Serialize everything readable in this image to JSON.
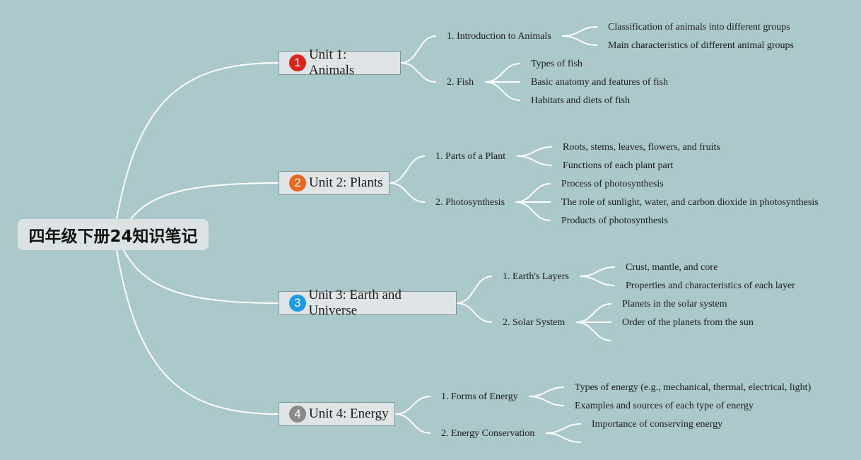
{
  "root": {
    "title": "四年级下册24知识笔记"
  },
  "units": [
    {
      "badge": "1",
      "badge_color": "#d9261c",
      "label": "Unit 1: Animals",
      "topics": [
        {
          "label": "1. Introduction to Animals",
          "children": [
            "Classification of animals into different groups",
            "Main characteristics of different animal groups"
          ]
        },
        {
          "label": "2. Fish",
          "children": [
            "Types of fish",
            "Basic anatomy and features of fish",
            "Habitats and diets of fish"
          ]
        }
      ]
    },
    {
      "badge": "2",
      "badge_color": "#e8681e",
      "label": "Unit 2: Plants",
      "topics": [
        {
          "label": "1. Parts of a Plant",
          "children": [
            "Roots, stems, leaves, flowers, and fruits",
            "Functions of each plant part"
          ]
        },
        {
          "label": "2. Photosynthesis",
          "children": [
            "Process of photosynthesis",
            "The role of sunlight, water, and carbon dioxide in photosynthesis",
            "Products of photosynthesis"
          ]
        }
      ]
    },
    {
      "badge": "3",
      "badge_color": "#1d9be0",
      "label": "Unit 3: Earth and Universe",
      "topics": [
        {
          "label": "1. Earth's Layers",
          "children": [
            "Crust, mantle, and core",
            "Properties and characteristics of each layer"
          ]
        },
        {
          "label": "2. Solar System",
          "children": [
            "Planets in the solar system",
            "Order of the planets from the sun"
          ]
        }
      ]
    },
    {
      "badge": "4",
      "badge_color": "#8a8a8a",
      "label": "Unit 4: Energy",
      "topics": [
        {
          "label": "1. Forms of Energy",
          "children": [
            "Types of energy (e.g., mechanical, thermal, electrical, light)",
            "Examples and sources of each type of energy"
          ]
        },
        {
          "label": "2. Energy Conservation",
          "children": [
            "Importance of conserving energy"
          ]
        }
      ]
    }
  ]
}
